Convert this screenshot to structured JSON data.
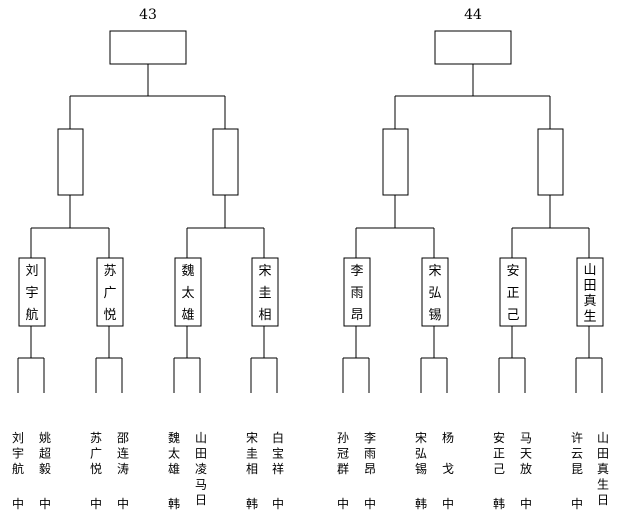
{
  "brackets": [
    {
      "number": "43",
      "semifinalists": [
        "刘宇航",
        "苏广悦",
        "魏太雄",
        "宋圭相"
      ],
      "players": [
        {
          "name": "刘宇航",
          "nation": "中"
        },
        {
          "name": "姚超毅",
          "nation": "中"
        },
        {
          "name": "苏广悦",
          "nation": "中"
        },
        {
          "name": "邵连涛",
          "nation": "中"
        },
        {
          "name": "魏太雄",
          "nation": "韩"
        },
        {
          "name": "山田凌马日",
          "nation": ""
        },
        {
          "name": "宋圭相",
          "nation": "韩"
        },
        {
          "name": "白宝祥",
          "nation": "中"
        }
      ]
    },
    {
      "number": "44",
      "semifinalists": [
        "李雨昂",
        "宋弘锡",
        "安正己",
        "山田真生"
      ],
      "players": [
        {
          "name": "孙冠群",
          "nation": "中"
        },
        {
          "name": "李雨昂",
          "nation": "中"
        },
        {
          "name": "宋弘锡",
          "nation": "韩"
        },
        {
          "name": "杨 戈",
          "nation": "中"
        },
        {
          "name": "安正己",
          "nation": "韩"
        },
        {
          "name": "马天放",
          "nation": "中"
        },
        {
          "name": "许云昆",
          "nation": "中"
        },
        {
          "name": "山田真生日",
          "nation": ""
        }
      ]
    }
  ]
}
